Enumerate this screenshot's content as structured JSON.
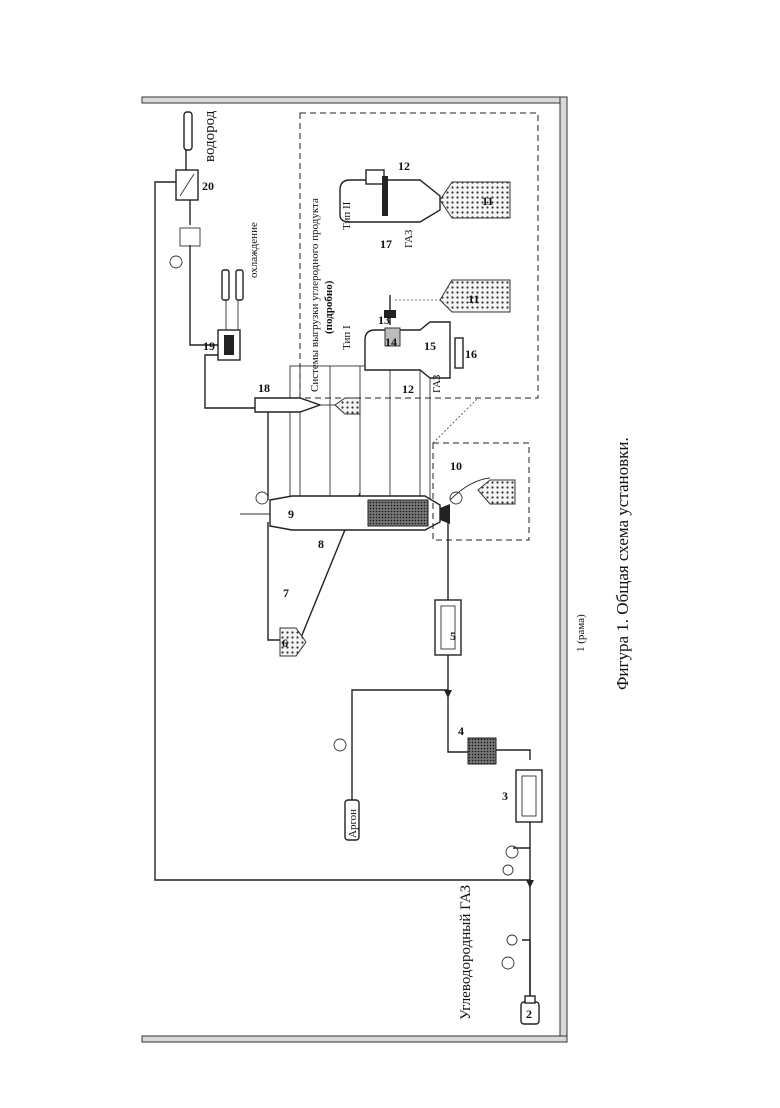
{
  "labels": {
    "hydrogen": "водород",
    "cooling": "охлаждение",
    "hydrocarbon_gas": "Углеводородный ГАЗ",
    "frame": "1 (рама)",
    "argon": "Аргон",
    "gas_type1": "ГАЗ",
    "gas_type2": "ГАЗ",
    "type1": "Тип I",
    "type2": "Тип II",
    "inset_title_line1": "Системы выгрузки углеродного продукта",
    "inset_title_line2": "(подробно)"
  },
  "caption": "Фигура 1. Общая схема установки.",
  "numbers": {
    "n2": "2",
    "n3": "3",
    "n4": "4",
    "n5": "5",
    "n6": "6",
    "n7": "7",
    "n8": "8",
    "n9": "9",
    "n10": "10",
    "n11a": "11",
    "n11b": "11",
    "n12a": "12",
    "n12b": "12",
    "n13": "13",
    "n14": "14",
    "n15": "15",
    "n16": "16",
    "n17": "17",
    "n18": "18",
    "n19": "19",
    "n20": "20"
  }
}
